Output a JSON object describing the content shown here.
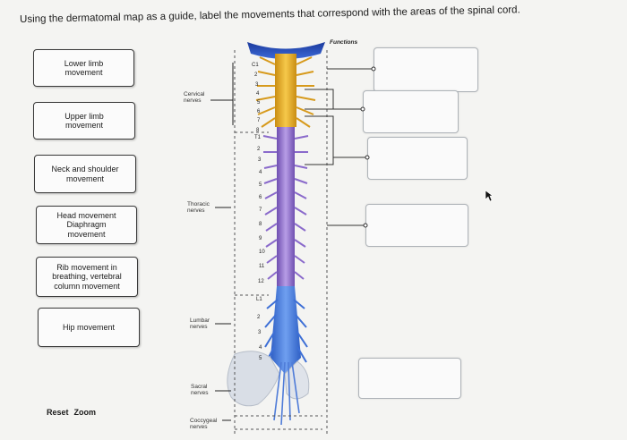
{
  "instruction": "Using the dermatomal map as a guide, label the movements that correspond with the areas of the spinal cord.",
  "functions_header": "Functions",
  "labels": [
    {
      "lines": [
        "Lower limb",
        "movement"
      ]
    },
    {
      "lines": [
        "Upper limb",
        "movement"
      ]
    },
    {
      "lines": [
        "Neck and shoulder",
        "movement"
      ]
    },
    {
      "lines": [
        "Head movement",
        "Diaphragm",
        "movement"
      ]
    },
    {
      "lines": [
        "Rib movement in",
        "breathing, vertebral",
        "column movement"
      ]
    },
    {
      "lines": [
        "Hip movement"
      ]
    }
  ],
  "nerve_groups": {
    "cervical": [
      "Cervical",
      "nerves"
    ],
    "thoracic": [
      "Thoracic",
      "nerves"
    ],
    "lumbar": [
      "Lumbar",
      "nerves"
    ],
    "sacral": [
      "Sacral",
      "nerves"
    ],
    "coccygeal": [
      "Coccygeal",
      "nerves"
    ]
  },
  "vertebra_numbers": [
    "C1",
    "2",
    "3",
    "4",
    "5",
    "6",
    "7",
    "8",
    "T1",
    "2",
    "3",
    "4",
    "5",
    "6",
    "7",
    "8",
    "9",
    "10",
    "11",
    "12",
    "L1",
    "2",
    "3",
    "4",
    "5"
  ],
  "colors": {
    "cervical": "#f0b62a",
    "thoracic": "#9a78d0",
    "lumbar": "#4a7fe0",
    "cord": "#6a4fb0",
    "bone": "#d8dde6"
  },
  "controls": {
    "reset": "Reset",
    "zoom": "Zoom"
  }
}
